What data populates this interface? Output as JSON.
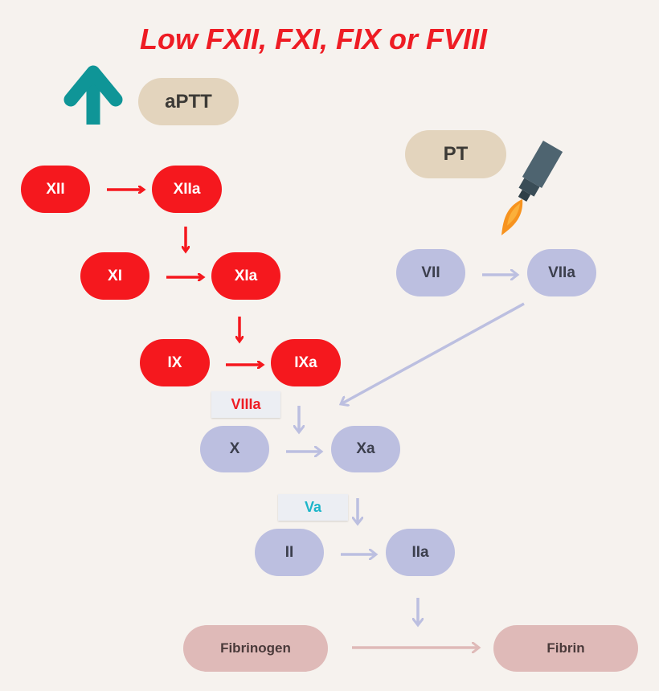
{
  "title": "Low FXII, FXI, FIX or FVIII",
  "tests": {
    "aptt": "aPTT",
    "pt": "PT"
  },
  "intrinsic": {
    "xii": "XII",
    "xiia": "XIIa",
    "xi": "XI",
    "xia": "XIa",
    "ix": "IX",
    "ixa": "IXa"
  },
  "extrinsic": {
    "vii": "VII",
    "viia": "VIIa"
  },
  "common": {
    "viiia": "VIIIa",
    "x": "X",
    "xa": "Xa",
    "va": "Va",
    "ii": "II",
    "iia": "IIa",
    "fibrinogen": "Fibrinogen",
    "fibrin": "Fibrin"
  },
  "colors": {
    "intrinsic": "#f5181e",
    "common": "#bcbfe0",
    "test": "#e3d4bd",
    "fibrin": "#dfbab8",
    "up_arrow": "#0f9597",
    "va_text": "#1cb5c9",
    "title": "#ee1c24"
  },
  "icons": {
    "up": "up-arrow-icon",
    "rocket": "rocket-icon"
  }
}
